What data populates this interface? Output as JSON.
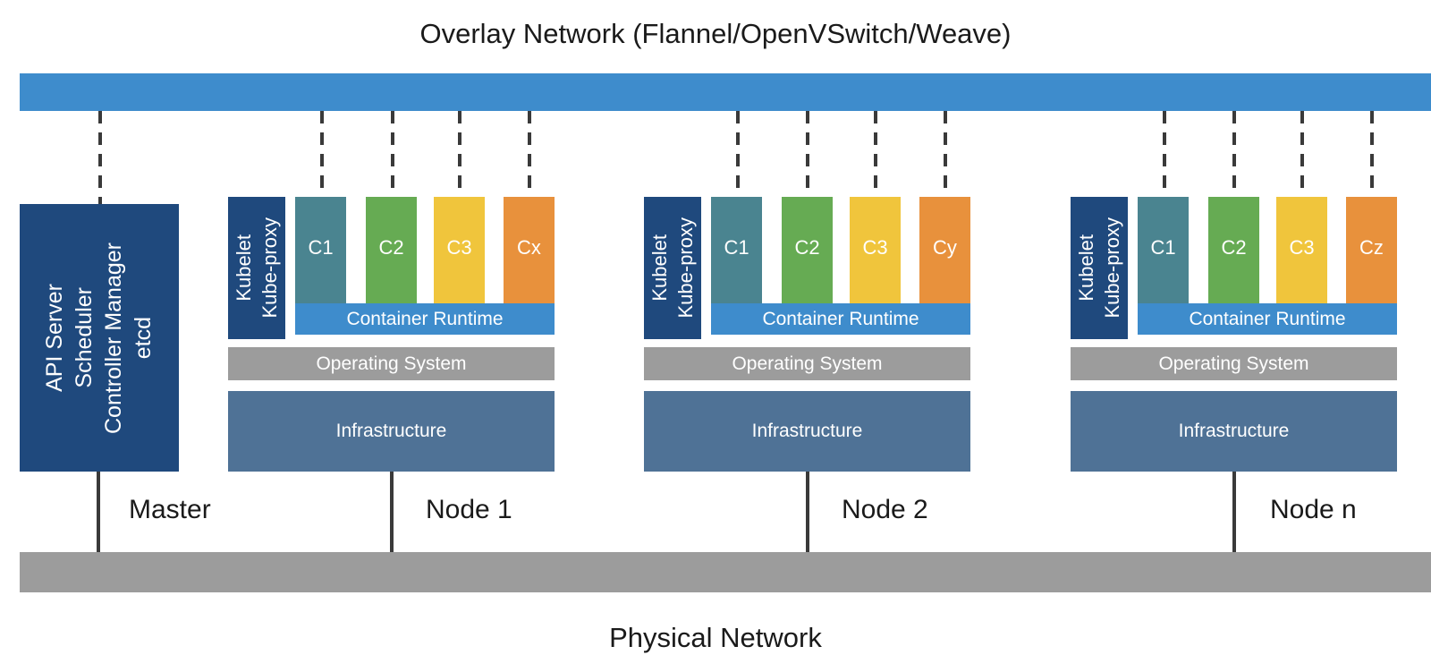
{
  "diagram": {
    "top_title": "Overlay Network (Flannel/OpenVSwitch/Weave)",
    "bottom_title": "Physical Network",
    "colors": {
      "overlay_bar": "#3e8ccc",
      "physical_bar": "#9c9c9c",
      "master": "#1f497d",
      "kubelet": "#1f497d",
      "container_runtime": "#3e8ccc",
      "operating_system": "#9c9c9c",
      "infrastructure": "#4f7296",
      "container_c1": "#4a8490",
      "container_c2": "#66ab53",
      "container_c3": "#f0c53c",
      "container_c4": "#e8913c",
      "connector": "#3a3a3a",
      "text_light": "#ffffff",
      "text_dark": "#1a1a1a"
    }
  },
  "master": {
    "label": "Master",
    "components": [
      "API Server",
      "Scheduler",
      "Controller Manager",
      "etcd"
    ]
  },
  "nodes": [
    {
      "label": "Node 1",
      "agent": [
        "Kubelet",
        "Kube-proxy"
      ],
      "containers": [
        "C1",
        "C2",
        "C3",
        "Cx"
      ],
      "runtime": "Container Runtime",
      "os": "Operating System",
      "infrastructure": "Infrastructure"
    },
    {
      "label": "Node 2",
      "agent": [
        "Kubelet",
        "Kube-proxy"
      ],
      "containers": [
        "C1",
        "C2",
        "C3",
        "Cy"
      ],
      "runtime": "Container Runtime",
      "os": "Operating System",
      "infrastructure": "Infrastructure"
    },
    {
      "label": "Node n",
      "agent": [
        "Kubelet",
        "Kube-proxy"
      ],
      "containers": [
        "C1",
        "C2",
        "C3",
        "Cz"
      ],
      "runtime": "Container Runtime",
      "os": "Operating System",
      "infrastructure": "Infrastructure"
    }
  ]
}
